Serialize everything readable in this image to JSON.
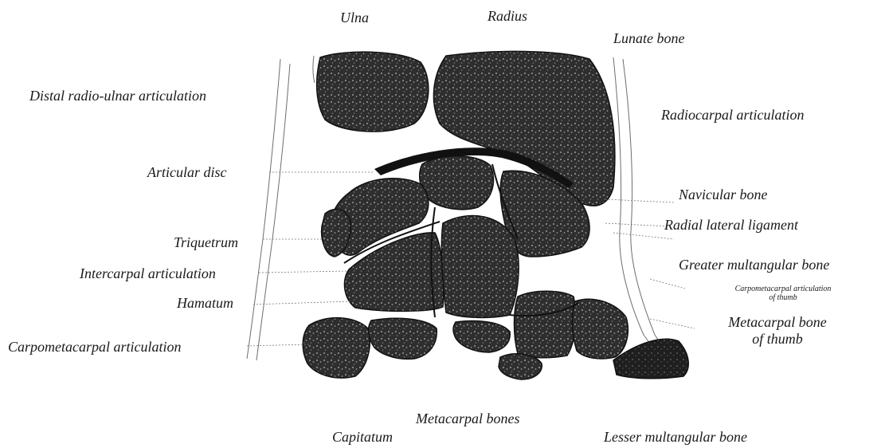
{
  "labels": {
    "ulna": "Ulna",
    "radius": "Radius",
    "lunate_bone": "Lunate bone",
    "distal_radio_ulnar_articulation": "Distal radio-ulnar articulation",
    "radiocarpal_articulation": "Radiocarpal articulation",
    "articular_disc": "Articular disc",
    "navicular_bone": "Navicular bone",
    "radial_lateral_ligament": "Radial lateral ligament",
    "triquetrum": "Triquetrum",
    "greater_multangular_bone": "Greater multangular bone",
    "intercarpal_articulation": "Intercarpal articulation",
    "carpometacarpal_articulation_of_thumb_line1": "Carpometacarpal articulation",
    "carpometacarpal_articulation_of_thumb_line2": "of thumb",
    "hamatum": "Hamatum",
    "metacarpal_bone_of_thumb_line1": "Metacarpal bone",
    "metacarpal_bone_of_thumb_line2": "of thumb",
    "carpometacarpal_articulation": "Carpometacarpal articulation",
    "metacarpal_bones": "Metacarpal bones",
    "capitatum": "Capitatum",
    "lesser_multangular_bone": "Lesser multangular bone"
  },
  "colors": {
    "background": "#ffffff",
    "bone_fill": "#2b2b2b",
    "ink": "#1a1a1a"
  }
}
